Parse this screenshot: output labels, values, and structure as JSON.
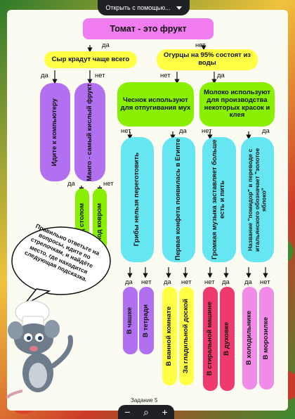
{
  "toolbar": {
    "open_with_label": "Открыть с помощью..."
  },
  "root": {
    "title": "Томат - это фрукт"
  },
  "edges": {
    "yes": "да",
    "no": "нет"
  },
  "level1": {
    "left": "Сыр крадут чаще всего",
    "right": "Огурцы на 95% состоят из воды"
  },
  "level2": {
    "a": "Идите к компьютеру",
    "b": "Манго - самый кислый фрукт",
    "c": "Чеснок используют для отпугивания мух",
    "d": "Молоко используют для производства некоторых красок и клея"
  },
  "level3": {
    "b_yes": "Под столом",
    "b_no": "Под ковром",
    "c_no": "Грибы нельзя переготовить",
    "c_yes": "Первая конфета появилась в Египте",
    "d_no": "Громкая музыка заставляет больше есть и пить",
    "d_yes": "Название \"помидор\" в переводе с итальянского обозначает \"золотое яблоко\""
  },
  "level4": {
    "c_no_yes": "В чашке",
    "c_no_no": "В тетради",
    "c_yes_yes": "В ванной комнате",
    "c_yes_no": "За гладильной доской",
    "d_no_no": "В стиральной машине",
    "d_no_yes": "В духовке",
    "d_yes_yes": "В холодильнике",
    "d_yes_no": "В морозилке"
  },
  "speech": "Правильно ответьте на вопросы, идите по стрелочкам, и найдёте место, где находится следующая подсказка.",
  "footer": {
    "task": "Задание 5"
  },
  "colors": {
    "pink": "#f07cf0",
    "yellow": "#ffff44",
    "violet": "#b070f0",
    "green": "#88f000",
    "cyan": "#66e6f0",
    "red": "#ee3a6e",
    "lightpink": "#f08ce8"
  }
}
